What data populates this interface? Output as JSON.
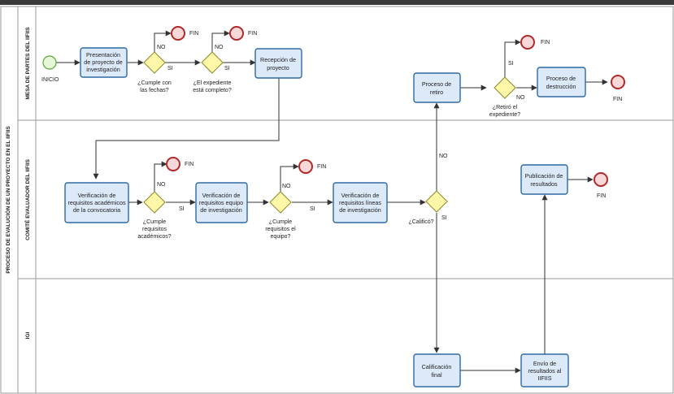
{
  "pool": {
    "label": "PROCESO DE EVALUCIÓN DE UN PROYECTO EN EL IIFIIS"
  },
  "lanes": [
    {
      "label": "MESA DE PARTES DEL IIFIIS"
    },
    {
      "label": "COMITÉ EVALUADOR DEL IIFIIS"
    },
    {
      "label": "IGI"
    }
  ],
  "events": {
    "start": "INICIO",
    "end": "FIN"
  },
  "tasks": {
    "presentacion": [
      "Presentación",
      "de proyecto de",
      "investigación"
    ],
    "recepcion": [
      "Recepción de",
      "proyecto"
    ],
    "retiro": [
      "Proceso de",
      "retiro"
    ],
    "destruccion": [
      "Proceso de",
      "destrucción"
    ],
    "verif_academicos": [
      "Verificación de",
      "requisitos académicos",
      "de la convocatoria"
    ],
    "verif_equipo": [
      "Verificación de",
      "requisitos equipo",
      "de investigación"
    ],
    "verif_lineas": [
      "Verificación de",
      "requisitos líneas",
      "de investigación"
    ],
    "publicacion": [
      "Publicación de",
      "resultados"
    ],
    "calificacion": [
      "Calificación",
      "final"
    ],
    "envio": [
      "Envío de",
      "resultados al",
      "IIFIIS"
    ]
  },
  "gateways": {
    "fechas": [
      "¿Cumple con",
      "las fechas?"
    ],
    "expediente": [
      "¿El expediente",
      "está completo?"
    ],
    "retiro": [
      "¿Retiró el",
      "expediente?"
    ],
    "academicos": [
      "¿Cumple",
      "requisitos",
      "académicos?"
    ],
    "equipo": [
      "¿Cumple",
      "requisitos el",
      "equipo?"
    ],
    "califico": [
      "¿Calificó?"
    ]
  },
  "labels": {
    "si": "SI",
    "no": "NO"
  }
}
